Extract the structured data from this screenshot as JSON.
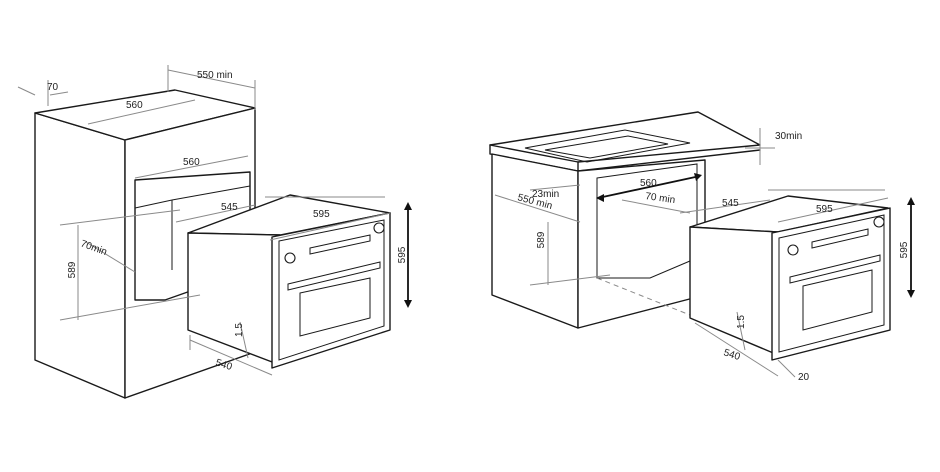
{
  "colors": {
    "line": "#1a1a1a",
    "dimension": "#8a8a8a",
    "background": "#ffffff"
  },
  "left_diagram": {
    "w70": "70",
    "w550min": "550 min",
    "w560_top": "560",
    "w560_mid": "560",
    "w545": "545",
    "w595": "595",
    "h595": "595",
    "h589": "589",
    "d70min": "70min",
    "h1_5": "1.5",
    "d540": "540"
  },
  "right_diagram": {
    "h30min": "30min",
    "d23min": "23min",
    "w560": "560",
    "w550min": "550 min",
    "d70min": "70 min",
    "w545": "545",
    "w595": "595",
    "h595": "595",
    "h589": "589",
    "h1_5": "1.5",
    "d540": "540",
    "d20": "20"
  }
}
